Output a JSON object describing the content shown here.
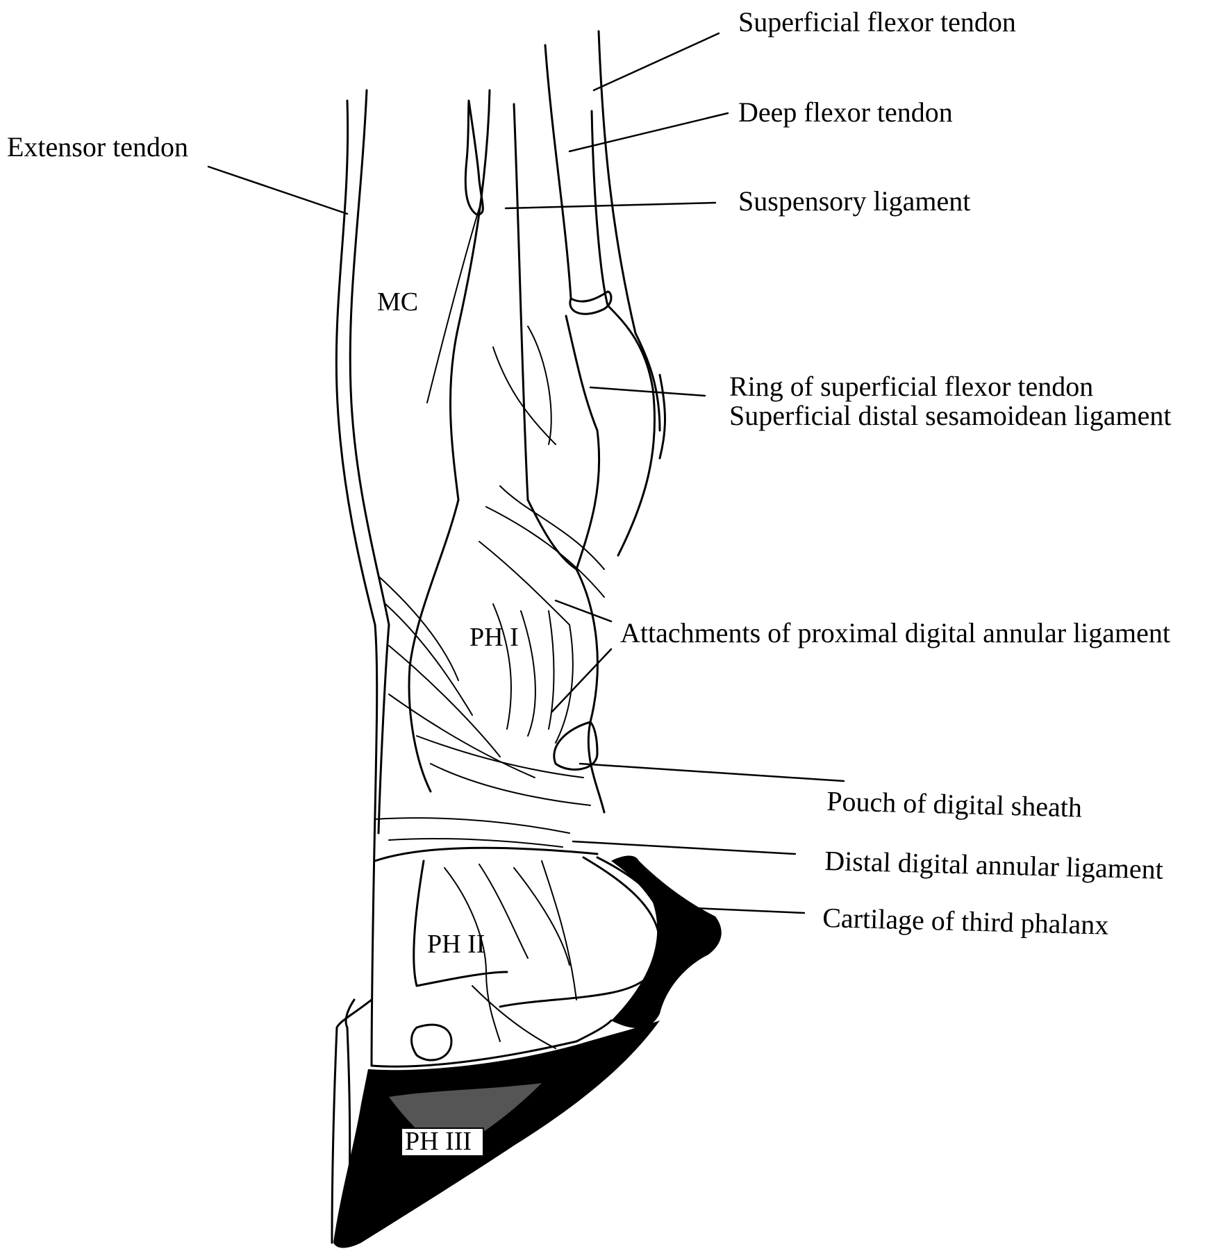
{
  "labels": {
    "superficial_flexor_tendon": "Superficial flexor tendon",
    "deep_flexor_tendon": "Deep flexor tendon",
    "extensor_tendon": "Extensor tendon",
    "suspensory_ligament": "Suspensory ligament",
    "ring_superficial_flexor": "Ring of superficial flexor tendon",
    "superficial_distal_sesamoidean": "Superficial distal sesamoidean ligament",
    "proximal_annular_attachments": "Attachments of proximal digital annular ligament",
    "pouch_digital_sheath": "Pouch of digital sheath",
    "distal_digital_annular": "Distal digital annular ligament",
    "cartilage_third_phalanx": "Cartilage of third phalanx"
  },
  "bones": {
    "mc": "MC",
    "ph1": "PH I",
    "ph2": "PH II",
    "ph3": "PH III"
  }
}
